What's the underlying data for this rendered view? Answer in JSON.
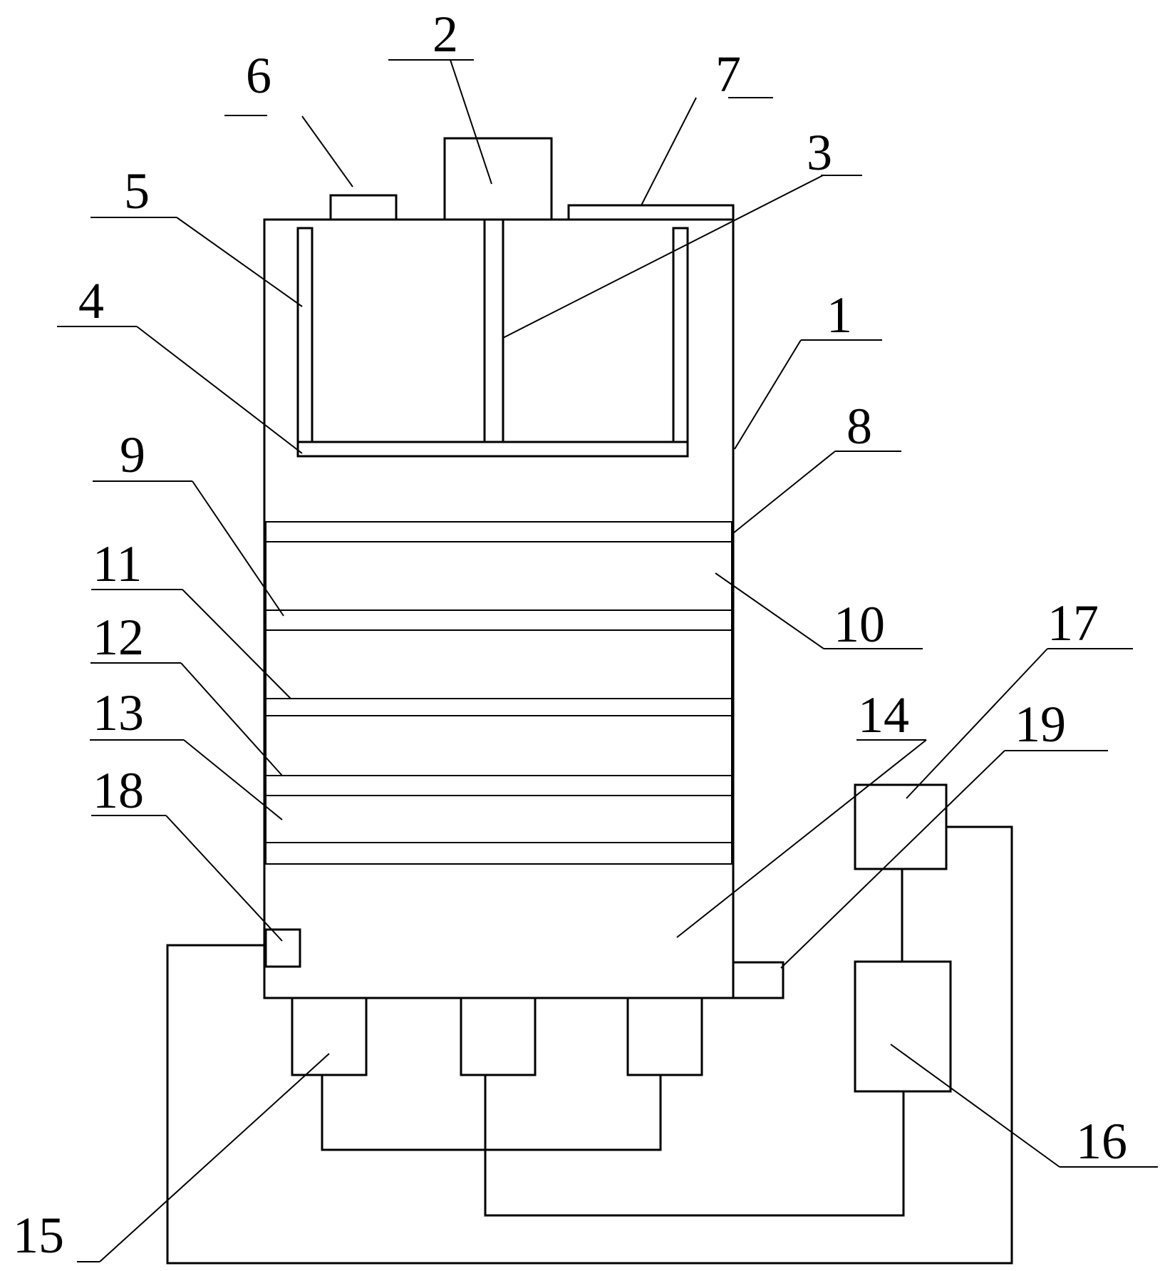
{
  "labels": [
    {
      "id": "l1",
      "text": "1"
    },
    {
      "id": "l2",
      "text": "2"
    },
    {
      "id": "l3",
      "text": "3"
    },
    {
      "id": "l4",
      "text": "4"
    },
    {
      "id": "l5",
      "text": "5"
    },
    {
      "id": "l6",
      "text": "6"
    },
    {
      "id": "l7",
      "text": "7"
    },
    {
      "id": "l8",
      "text": "8"
    },
    {
      "id": "l9",
      "text": "9"
    },
    {
      "id": "l10",
      "text": "10"
    },
    {
      "id": "l11",
      "text": "11"
    },
    {
      "id": "l12",
      "text": "12"
    },
    {
      "id": "l13",
      "text": "13"
    },
    {
      "id": "l14",
      "text": "14"
    },
    {
      "id": "l15",
      "text": "15"
    },
    {
      "id": "l16",
      "text": "16"
    },
    {
      "id": "l17",
      "text": "17"
    },
    {
      "id": "l18",
      "text": "18"
    },
    {
      "id": "l19",
      "text": "19"
    }
  ],
  "colors": {
    "stroke": "#000000",
    "background": "#ffffff"
  }
}
